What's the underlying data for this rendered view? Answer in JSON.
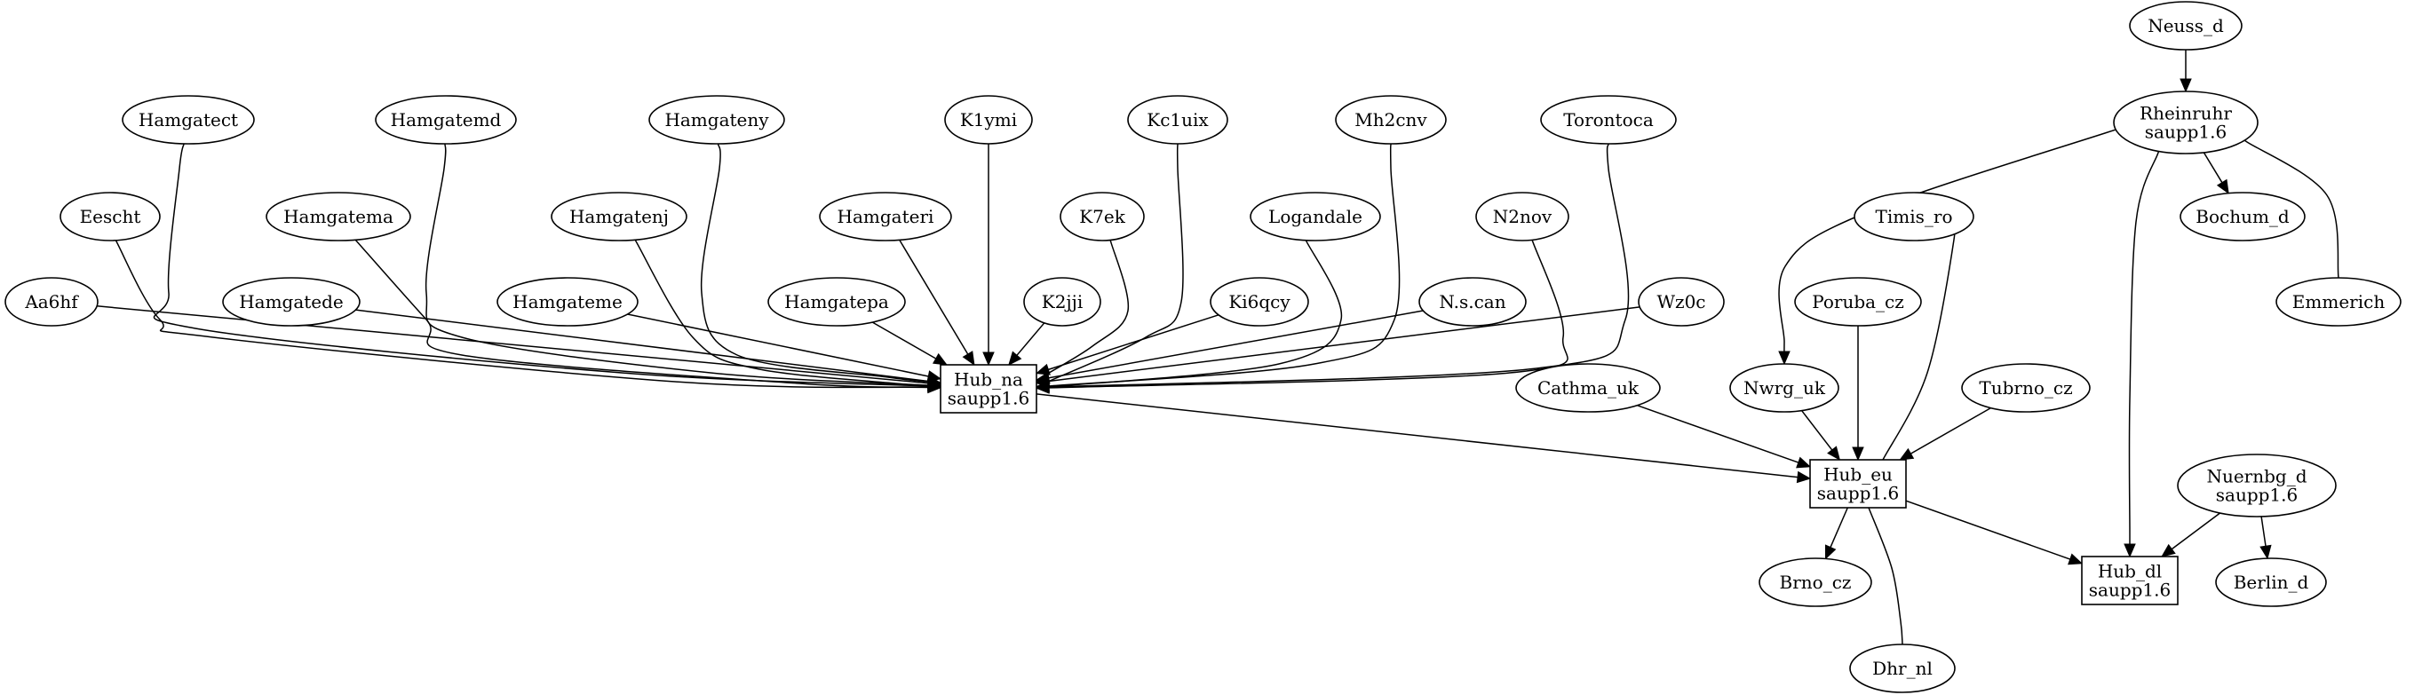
{
  "graph": {
    "nodes": [
      {
        "id": "neuss_d",
        "lines": [
          "Neuss_d"
        ],
        "shape": "ellipse"
      },
      {
        "id": "rheinruhr",
        "lines": [
          "Rheinruhr",
          "saupp1.6"
        ],
        "shape": "ellipse"
      },
      {
        "id": "bochum_d",
        "lines": [
          "Bochum_d"
        ],
        "shape": "ellipse"
      },
      {
        "id": "emmerich",
        "lines": [
          "Emmerich"
        ],
        "shape": "ellipse"
      },
      {
        "id": "hamgatect",
        "lines": [
          "Hamgatect"
        ],
        "shape": "ellipse"
      },
      {
        "id": "hamgatemd",
        "lines": [
          "Hamgatemd"
        ],
        "shape": "ellipse"
      },
      {
        "id": "hamgateny",
        "lines": [
          "Hamgateny"
        ],
        "shape": "ellipse"
      },
      {
        "id": "k1ymi",
        "lines": [
          "K1ymi"
        ],
        "shape": "ellipse"
      },
      {
        "id": "kc1uix",
        "lines": [
          "Kc1uix"
        ],
        "shape": "ellipse"
      },
      {
        "id": "mh2cnv",
        "lines": [
          "Mh2cnv"
        ],
        "shape": "ellipse"
      },
      {
        "id": "torontoca",
        "lines": [
          "Torontoca"
        ],
        "shape": "ellipse"
      },
      {
        "id": "eescht",
        "lines": [
          "Eescht"
        ],
        "shape": "ellipse"
      },
      {
        "id": "hamgatema",
        "lines": [
          "Hamgatema"
        ],
        "shape": "ellipse"
      },
      {
        "id": "hamgatenj",
        "lines": [
          "Hamgatenj"
        ],
        "shape": "ellipse"
      },
      {
        "id": "hamgateri",
        "lines": [
          "Hamgateri"
        ],
        "shape": "ellipse"
      },
      {
        "id": "k7ek",
        "lines": [
          "K7ek"
        ],
        "shape": "ellipse"
      },
      {
        "id": "logandale",
        "lines": [
          "Logandale"
        ],
        "shape": "ellipse"
      },
      {
        "id": "n2nov",
        "lines": [
          "N2nov"
        ],
        "shape": "ellipse"
      },
      {
        "id": "timis_ro",
        "lines": [
          "Timis_ro"
        ],
        "shape": "ellipse"
      },
      {
        "id": "aa6hf",
        "lines": [
          "Aa6hf"
        ],
        "shape": "ellipse"
      },
      {
        "id": "hamgatede",
        "lines": [
          "Hamgatede"
        ],
        "shape": "ellipse"
      },
      {
        "id": "hamgateme",
        "lines": [
          "Hamgateme"
        ],
        "shape": "ellipse"
      },
      {
        "id": "hamgatepa",
        "lines": [
          "Hamgatepa"
        ],
        "shape": "ellipse"
      },
      {
        "id": "k2jji",
        "lines": [
          "K2jji"
        ],
        "shape": "ellipse"
      },
      {
        "id": "ki6qcy",
        "lines": [
          "Ki6qcy"
        ],
        "shape": "ellipse"
      },
      {
        "id": "n_s_can",
        "lines": [
          "N.s.can"
        ],
        "shape": "ellipse"
      },
      {
        "id": "wz0c",
        "lines": [
          "Wz0c"
        ],
        "shape": "ellipse"
      },
      {
        "id": "poruba_cz",
        "lines": [
          "Poruba_cz"
        ],
        "shape": "ellipse"
      },
      {
        "id": "hub_na",
        "lines": [
          "Hub_na",
          "saupp1.6"
        ],
        "shape": "box"
      },
      {
        "id": "cathma_uk",
        "lines": [
          "Cathma_uk"
        ],
        "shape": "ellipse"
      },
      {
        "id": "nwrg_uk",
        "lines": [
          "Nwrg_uk"
        ],
        "shape": "ellipse"
      },
      {
        "id": "tubrno_cz",
        "lines": [
          "Tubrno_cz"
        ],
        "shape": "ellipse"
      },
      {
        "id": "hub_eu",
        "lines": [
          "Hub_eu",
          "saupp1.6"
        ],
        "shape": "box"
      },
      {
        "id": "nuernbg_d",
        "lines": [
          "Nuernbg_d",
          "saupp1.6"
        ],
        "shape": "ellipse"
      },
      {
        "id": "hub_dl",
        "lines": [
          "Hub_dl",
          "saupp1.6"
        ],
        "shape": "box"
      },
      {
        "id": "berlin_d",
        "lines": [
          "Berlin_d"
        ],
        "shape": "ellipse"
      },
      {
        "id": "brno_cz",
        "lines": [
          "Brno_cz"
        ],
        "shape": "ellipse"
      },
      {
        "id": "dhr_nl",
        "lines": [
          "Dhr_nl"
        ],
        "shape": "ellipse"
      }
    ],
    "edges": [
      {
        "from": "neuss_d",
        "to": "rheinruhr"
      },
      {
        "from": "rheinruhr",
        "to": "bochum_d"
      },
      {
        "from": "rheinruhr",
        "to": "emmerich"
      },
      {
        "from": "rheinruhr",
        "to": "nwrg_uk"
      },
      {
        "from": "rheinruhr",
        "to": "hub_dl"
      },
      {
        "from": "aa6hf",
        "to": "hub_na"
      },
      {
        "from": "eescht",
        "to": "hub_na"
      },
      {
        "from": "hamgatect",
        "to": "hub_na"
      },
      {
        "from": "hamgatede",
        "to": "hub_na"
      },
      {
        "from": "hamgatema",
        "to": "hub_na"
      },
      {
        "from": "hamgatemd",
        "to": "hub_na"
      },
      {
        "from": "hamgateme",
        "to": "hub_na"
      },
      {
        "from": "hamgatenj",
        "to": "hub_na"
      },
      {
        "from": "hamgateny",
        "to": "hub_na"
      },
      {
        "from": "hamgatepa",
        "to": "hub_na"
      },
      {
        "from": "hamgateri",
        "to": "hub_na"
      },
      {
        "from": "k1ymi",
        "to": "hub_na"
      },
      {
        "from": "k2jji",
        "to": "hub_na"
      },
      {
        "from": "k7ek",
        "to": "hub_na"
      },
      {
        "from": "kc1uix",
        "to": "hub_na"
      },
      {
        "from": "ki6qcy",
        "to": "hub_na"
      },
      {
        "from": "logandale",
        "to": "hub_na"
      },
      {
        "from": "mh2cnv",
        "to": "hub_na"
      },
      {
        "from": "n2nov",
        "to": "hub_na"
      },
      {
        "from": "n_s_can",
        "to": "hub_na"
      },
      {
        "from": "torontoca",
        "to": "hub_na"
      },
      {
        "from": "wz0c",
        "to": "hub_na"
      },
      {
        "from": "hub_na",
        "to": "hub_eu"
      },
      {
        "from": "cathma_uk",
        "to": "hub_eu"
      },
      {
        "from": "nwrg_uk",
        "to": "hub_eu"
      },
      {
        "from": "poruba_cz",
        "to": "hub_eu"
      },
      {
        "from": "timis_ro",
        "to": "hub_eu"
      },
      {
        "from": "tubrno_cz",
        "to": "hub_eu"
      },
      {
        "from": "hub_eu",
        "to": "brno_cz"
      },
      {
        "from": "hub_eu",
        "to": "dhr_nl"
      },
      {
        "from": "hub_eu",
        "to": "hub_dl"
      },
      {
        "from": "nuernbg_d",
        "to": "hub_dl"
      },
      {
        "from": "nuernbg_d",
        "to": "berlin_d"
      }
    ]
  }
}
